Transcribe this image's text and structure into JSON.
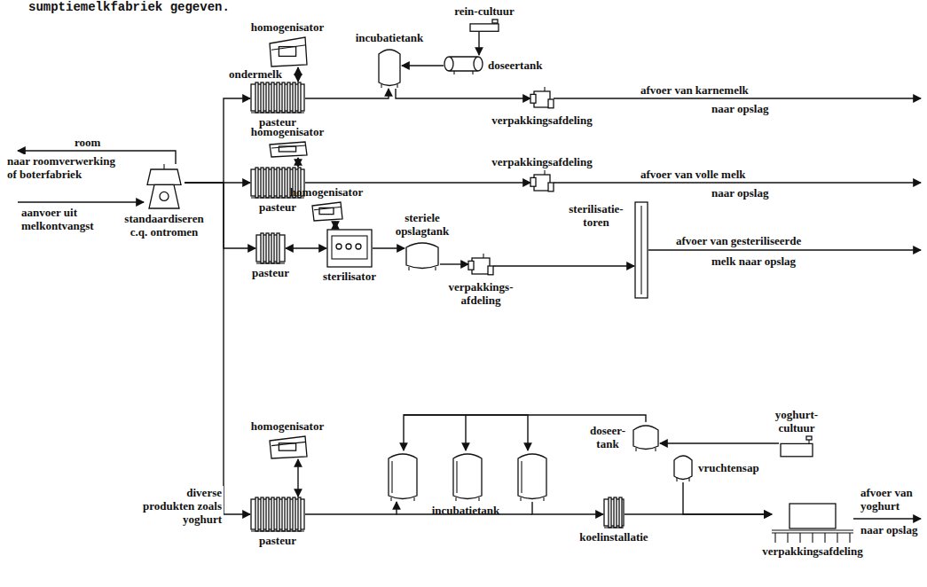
{
  "diagram": {
    "nodes": [
      {
        "text": [
          "homogenisator"
        ]
      },
      {
        "text": [
          "rein-cultuur"
        ]
      },
      {
        "text": [
          "incubatietank"
        ]
      },
      {
        "text": [
          "doseertank"
        ]
      },
      {
        "text": [
          "pasteur"
        ]
      },
      {
        "text": [
          "verpakkingsafdeling"
        ]
      },
      {
        "text": [
          "standaardiseren c.q. ontromen"
        ]
      },
      {
        "text": [
          "homogenisator"
        ]
      },
      {
        "text": [
          "verpakkingsafdeling"
        ]
      },
      {
        "text": [
          "pasteur"
        ]
      },
      {
        "text": [
          "homogenisator"
        ]
      },
      {
        "text": [
          "steriele opslagtank"
        ]
      },
      {
        "text": [
          "sterilisatie-toren"
        ]
      },
      {
        "text": [
          "pasteur"
        ]
      },
      {
        "text": [
          "sterilisator"
        ]
      },
      {
        "text": [
          "verpakkings-afdeling"
        ]
      },
      {
        "text": [
          "yoghurt-cultuur"
        ]
      },
      {
        "text": [
          "doseer-tank"
        ]
      },
      {
        "text": [
          "homogenisator"
        ]
      },
      {
        "text": [
          "vruchtensap"
        ]
      },
      {
        "text": [
          "pasteur"
        ]
      },
      {
        "text": [
          "incubatietank"
        ]
      },
      {
        "text": [
          "koelinstallatie"
        ]
      },
      {
        "text": [
          "verpakkingsafdeling"
        ]
      }
    ],
    "edges": [
      {
        "from": 0,
        "to": 4,
        "arrow": "both"
      },
      {
        "from": 4,
        "to": 2,
        "arrow": "to"
      },
      {
        "from": 1,
        "to": 3,
        "arrow": "to"
      },
      {
        "from": 3,
        "to": 2,
        "arrow": "to"
      },
      {
        "from": 2,
        "to": 5,
        "arrow": "to"
      },
      {
        "from": 6,
        "to": 4,
        "label": "ondermelk",
        "arrow": "to"
      },
      {
        "from": 6,
        "to": 9,
        "arrow": "to"
      },
      {
        "from": 6,
        "to": 13,
        "arrow": "to"
      },
      {
        "from": 6,
        "to": 20,
        "label": "diverse produkten zoals yoghurt",
        "arrow": "to"
      },
      {
        "from": 7,
        "to": 9,
        "arrow": "both"
      },
      {
        "from": 9,
        "to": 8,
        "arrow": "to"
      },
      {
        "from": 10,
        "to": 14,
        "arrow": "both"
      },
      {
        "from": 13,
        "to": 14,
        "arrow": "both"
      },
      {
        "from": 14,
        "to": 11,
        "arrow": "to"
      },
      {
        "from": 11,
        "to": 15,
        "arrow": "to"
      },
      {
        "from": 15,
        "to": 12,
        "arrow": "to"
      },
      {
        "from": 16,
        "to": 17,
        "arrow": "to"
      },
      {
        "from": 17,
        "to": 21,
        "arrow": "to"
      },
      {
        "from": 18,
        "to": 20,
        "arrow": "both"
      },
      {
        "from": 20,
        "to": 21,
        "arrow": "to"
      },
      {
        "from": 21,
        "to": 22,
        "arrow": "to"
      },
      {
        "from": 19,
        "to": 23,
        "arrow": "to"
      },
      {
        "from": 22,
        "to": 23,
        "arrow": "to"
      }
    ],
    "labels": [
      "sumptiemelkfabriek gegeven.",
      "room",
      "naar roomverwerking",
      "of boterfabriek",
      "aanvoer uit melkontvangst",
      "afvoer van karnemelk",
      "naar opslag",
      "afvoer van volle melk",
      "naar opslag",
      "afvoer van gesteriliseerde",
      "melk naar opslag",
      "afvoer van yoghurt",
      "naar opslag"
    ]
  }
}
